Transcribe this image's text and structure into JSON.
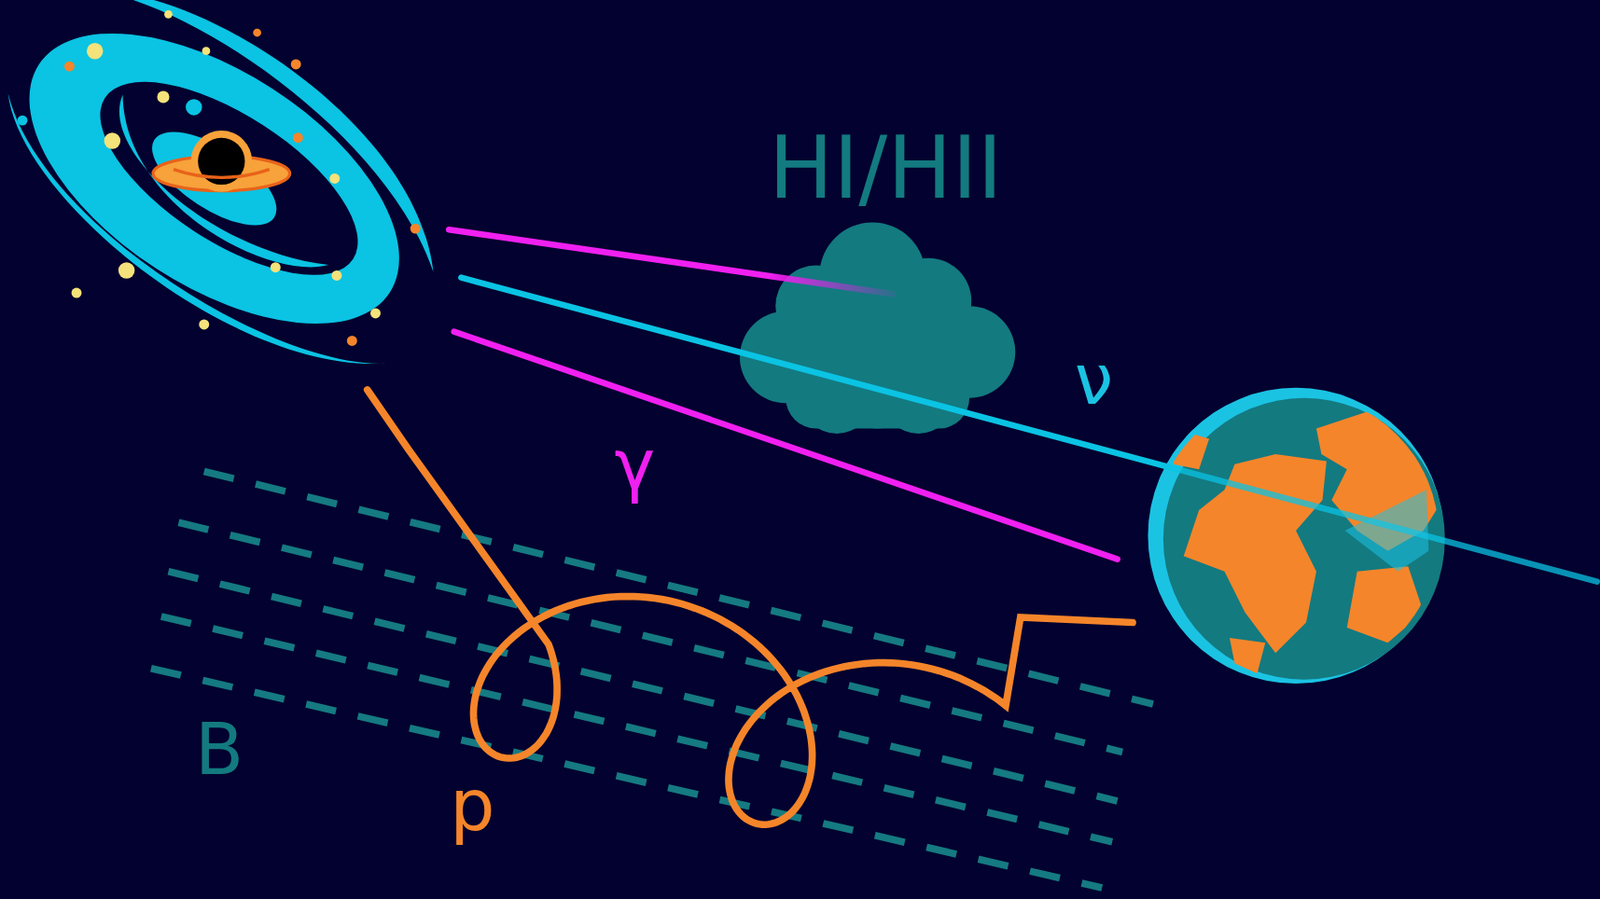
{
  "diagram": {
    "labels": [
      "HI/HII",
      "ν",
      "γ",
      "B",
      "p"
    ]
  }
}
